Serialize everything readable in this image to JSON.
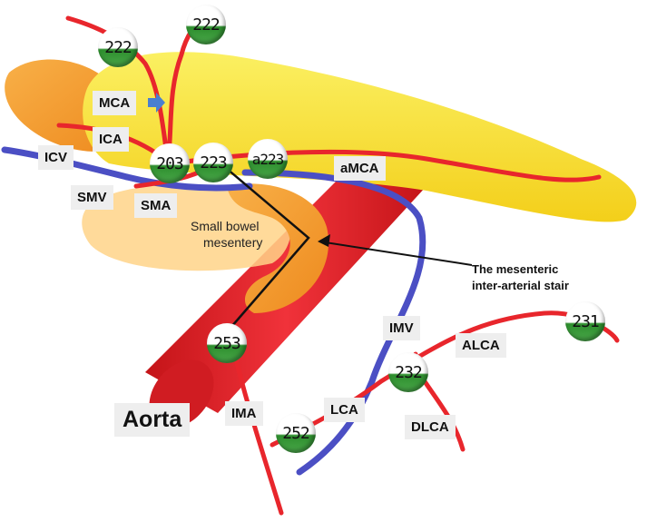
{
  "labels": {
    "mca": "MCA",
    "ica": "ICA",
    "icv": "ICV",
    "smv": "SMV",
    "sma": "SMA",
    "amca": "aMCA",
    "imv": "IMV",
    "alca": "ALCA",
    "lca": "LCA",
    "ima": "IMA",
    "dlca": "DLCA",
    "aorta": "Aorta"
  },
  "annotations": {
    "small_bowel_line1": "Small bowel",
    "small_bowel_line2": "mesentery",
    "stair_line1": "The mesenteric",
    "stair_line2": "inter-arterial stair"
  },
  "nodes": {
    "n222a": "222",
    "n222b": "222",
    "n203": "203",
    "n223": "223",
    "na223": "a223",
    "n253": "253",
    "n252": "252",
    "n232": "232",
    "n231": "231"
  },
  "colors": {
    "artery": "#e8262c",
    "vein": "#4b4fc4",
    "colon": "#f7e23a",
    "bowel": "#f39a2a",
    "mesentery": "#ffd27a",
    "node_green": "#3a9a3a",
    "label_bg": "#eeeeee",
    "arrow_blue": "#4a7fd0"
  }
}
